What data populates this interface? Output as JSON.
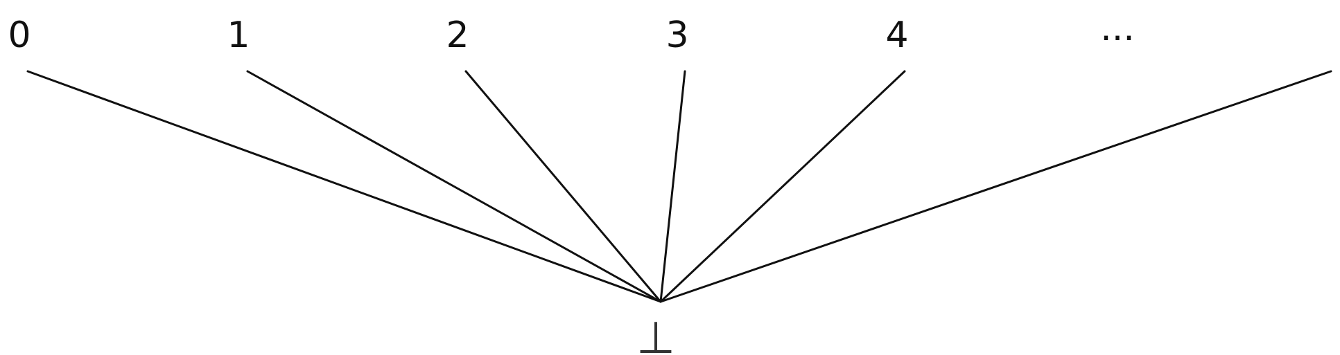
{
  "diagram": {
    "top_nodes": [
      {
        "label": "0"
      },
      {
        "label": "1"
      },
      {
        "label": "2"
      },
      {
        "label": "3"
      },
      {
        "label": "4"
      },
      {
        "label": "..."
      }
    ],
    "bottom_node": {
      "label": "⊥"
    },
    "colors": {
      "line": "#111111",
      "text": "#111111",
      "bottom_text": "#333333"
    }
  }
}
